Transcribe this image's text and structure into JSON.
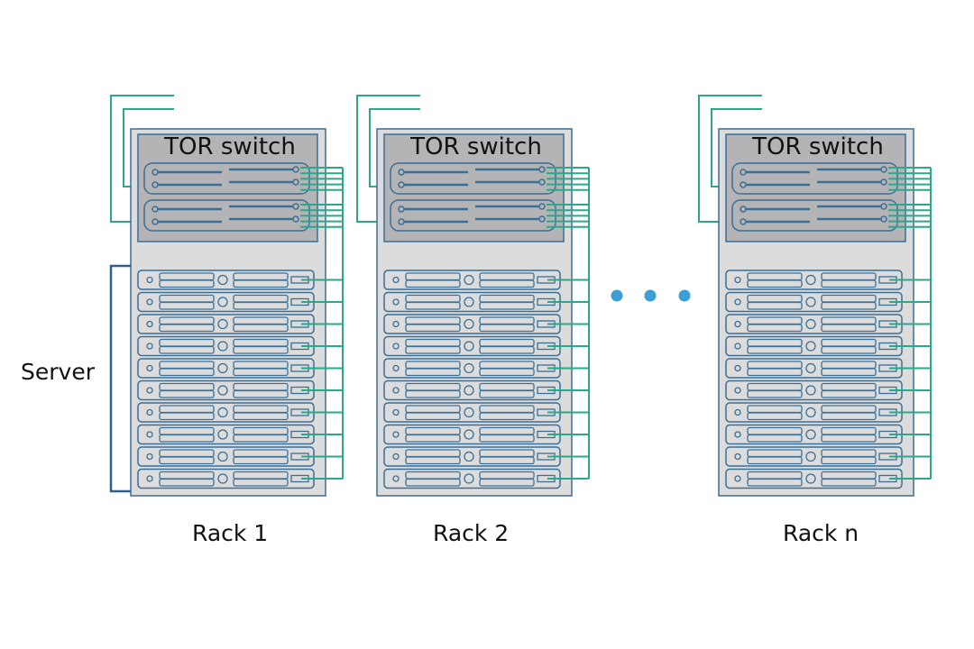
{
  "labels": {
    "server": "Server"
  },
  "racks": [
    {
      "name": "Rack 1",
      "switch_label": "TOR switch"
    },
    {
      "name": "Rack 2",
      "switch_label": "TOR switch"
    },
    {
      "name": "Rack n",
      "switch_label": "TOR switch"
    }
  ],
  "servers_per_rack": 10,
  "colors": {
    "link": "#2aa88a",
    "outline": "#3a6f96",
    "rack_fill": "#dcdcdc",
    "switch_fill": "#b4b4b6",
    "ellipsis": "#3a9fd5",
    "bracket": "#2f5f8a"
  }
}
